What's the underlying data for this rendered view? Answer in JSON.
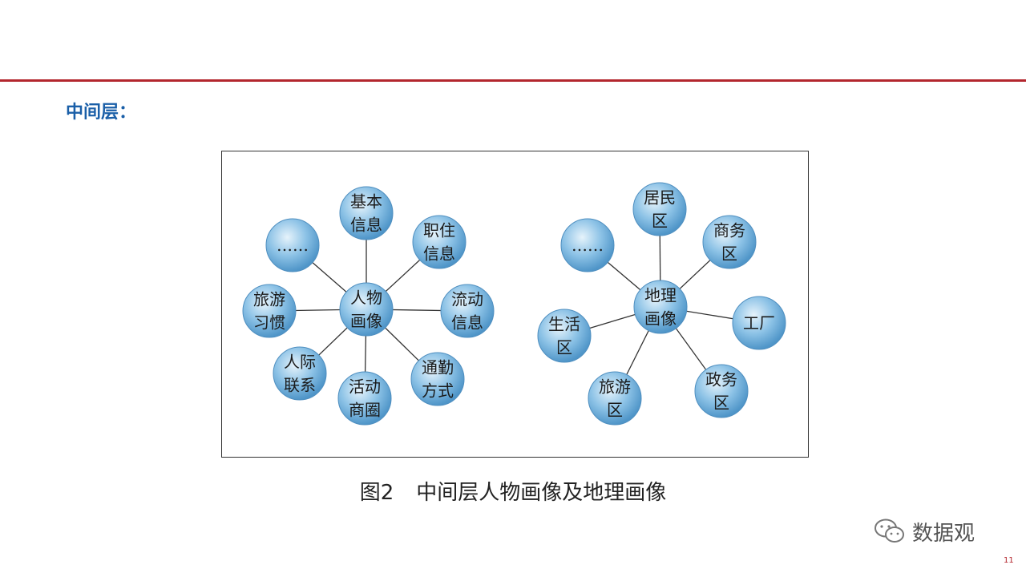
{
  "section_title": "中间层：",
  "figure": {
    "caption_number": "图2",
    "caption_text": "中间层人物画像及地理画像"
  },
  "diagrams": [
    {
      "name": "person-profile",
      "center": [
        "人物",
        "画像"
      ],
      "nodes": [
        [
          "基本",
          "信息"
        ],
        [
          "职住",
          "信息"
        ],
        [
          "流动",
          "信息"
        ],
        [
          "通勤",
          "方式"
        ],
        [
          "活动",
          "商圈"
        ],
        [
          "人际",
          "联系"
        ],
        [
          "旅游",
          "习惯"
        ],
        [
          "……"
        ]
      ]
    },
    {
      "name": "geo-profile",
      "center": [
        "地理",
        "画像"
      ],
      "nodes": [
        [
          "居民",
          "区"
        ],
        [
          "商务",
          "区"
        ],
        [
          "工厂"
        ],
        [
          "政务",
          "区"
        ],
        [
          "旅游",
          "区"
        ],
        [
          "生活",
          "区"
        ],
        [
          "……"
        ]
      ]
    }
  ],
  "watermark": {
    "text": "数据观",
    "icon": "wechat-icon"
  },
  "page_number": "11",
  "colors": {
    "accent_rule": "#b3262e",
    "title": "#1a5fa8",
    "node_fill": "#6fb0dc",
    "node_stroke": "#4f8fc0"
  }
}
